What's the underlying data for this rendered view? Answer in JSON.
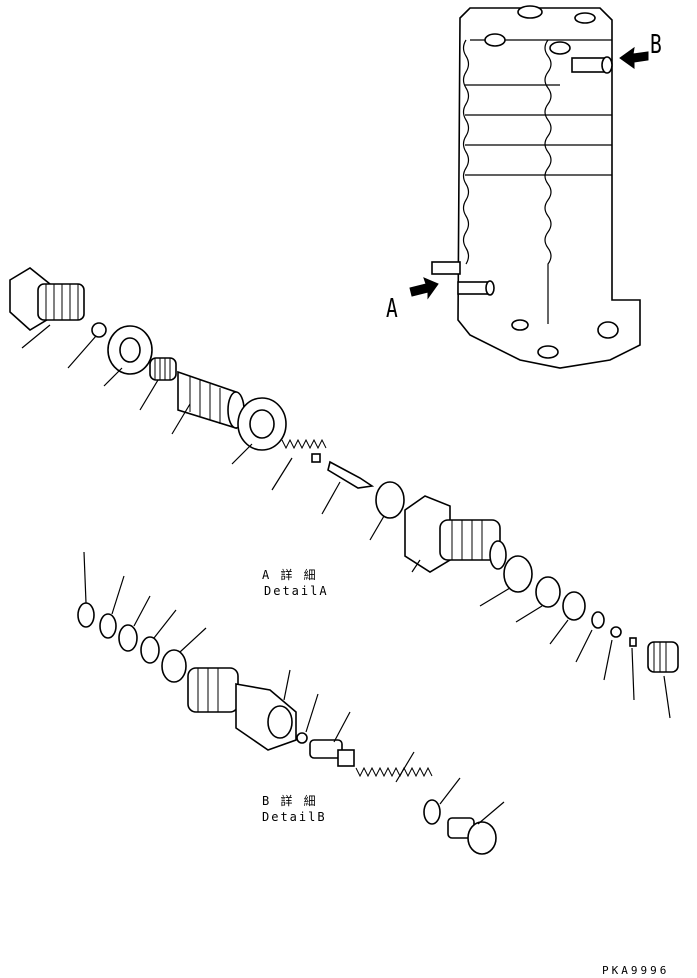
{
  "labels": {
    "view_a": "A",
    "view_b": "B",
    "detail_a_jp": "A 詳 細",
    "detail_a_en": "DetailA",
    "detail_b_jp": "B 詳 細",
    "detail_b_en": "DetailB",
    "drawing_code": "PKA9996"
  },
  "colors": {
    "ink": "#000000",
    "paper": "#ffffff"
  }
}
